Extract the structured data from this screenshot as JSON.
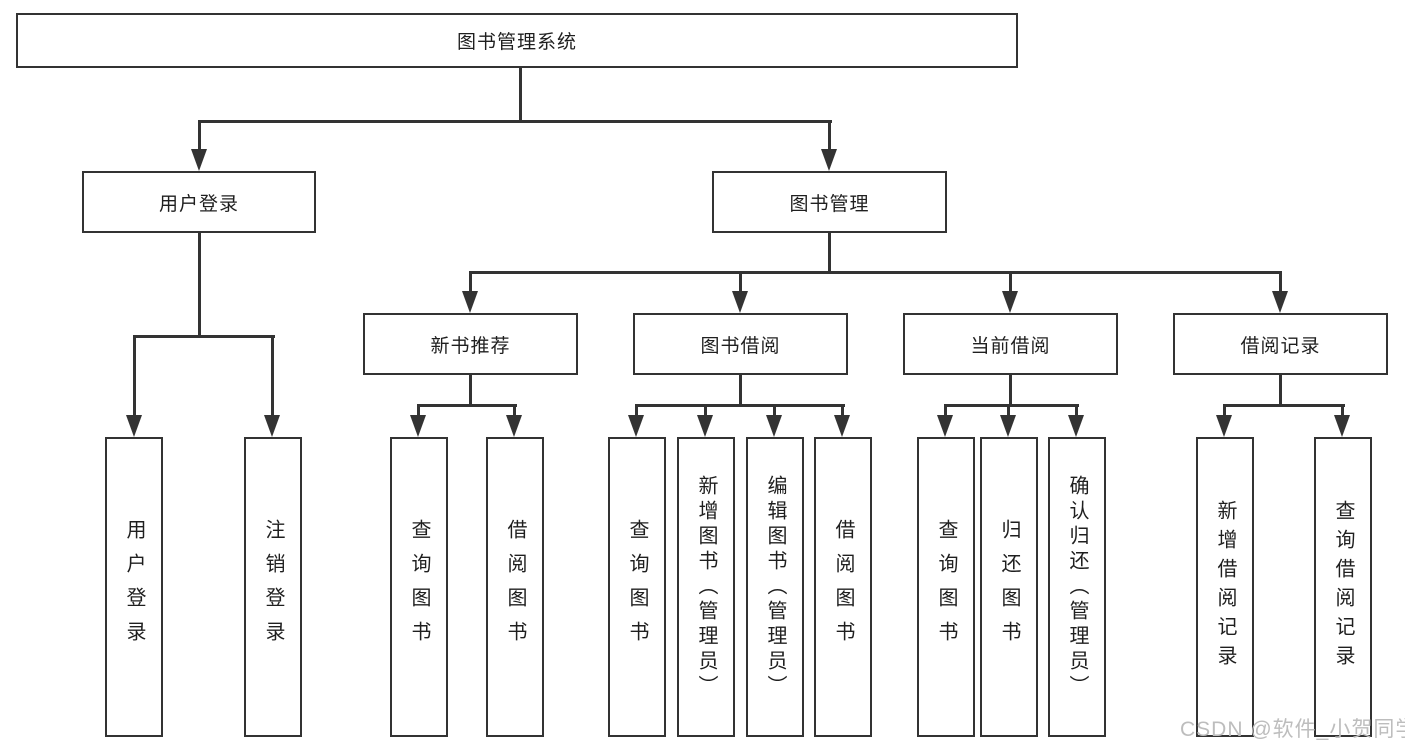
{
  "diagram": {
    "type": "hierarchy-tree",
    "title": "图书管理系统",
    "colors": {
      "line": "#333333",
      "box_border": "#333333",
      "box_fill": "#ffffff",
      "text": "#1f1f1f",
      "watermark": "#bdbdbd",
      "background": "#ffffff"
    },
    "root": {
      "label": "图书管理系统"
    },
    "level2": {
      "user_login": {
        "label": "用户登录"
      },
      "book_management": {
        "label": "图书管理"
      }
    },
    "level3": {
      "new_book_recommend": {
        "label": "新书推荐"
      },
      "book_borrowing": {
        "label": "图书借阅"
      },
      "current_borrowing": {
        "label": "当前借阅"
      },
      "borrowing_records": {
        "label": "借阅记录"
      }
    },
    "level4": {
      "user_login_leaf": "用户登录",
      "logout_leaf": "注销登录",
      "recommend_query_books": "查询图书",
      "recommend_borrow_books": "借阅图书",
      "borrowing_query_books": "查询图书",
      "borrowing_add_books": "新增图书（管理员）",
      "borrowing_edit_books": "编辑图书（管理员）",
      "borrowing_borrow_books": "借阅图书",
      "current_query_books": "查询图书",
      "current_return_books": "归还图书",
      "current_confirm_return": "确认归还（管理员）",
      "records_add_record": "新增借阅记录",
      "records_query_record": "查询借阅记录"
    },
    "watermark": "CSDN @软件_小贺同学"
  }
}
